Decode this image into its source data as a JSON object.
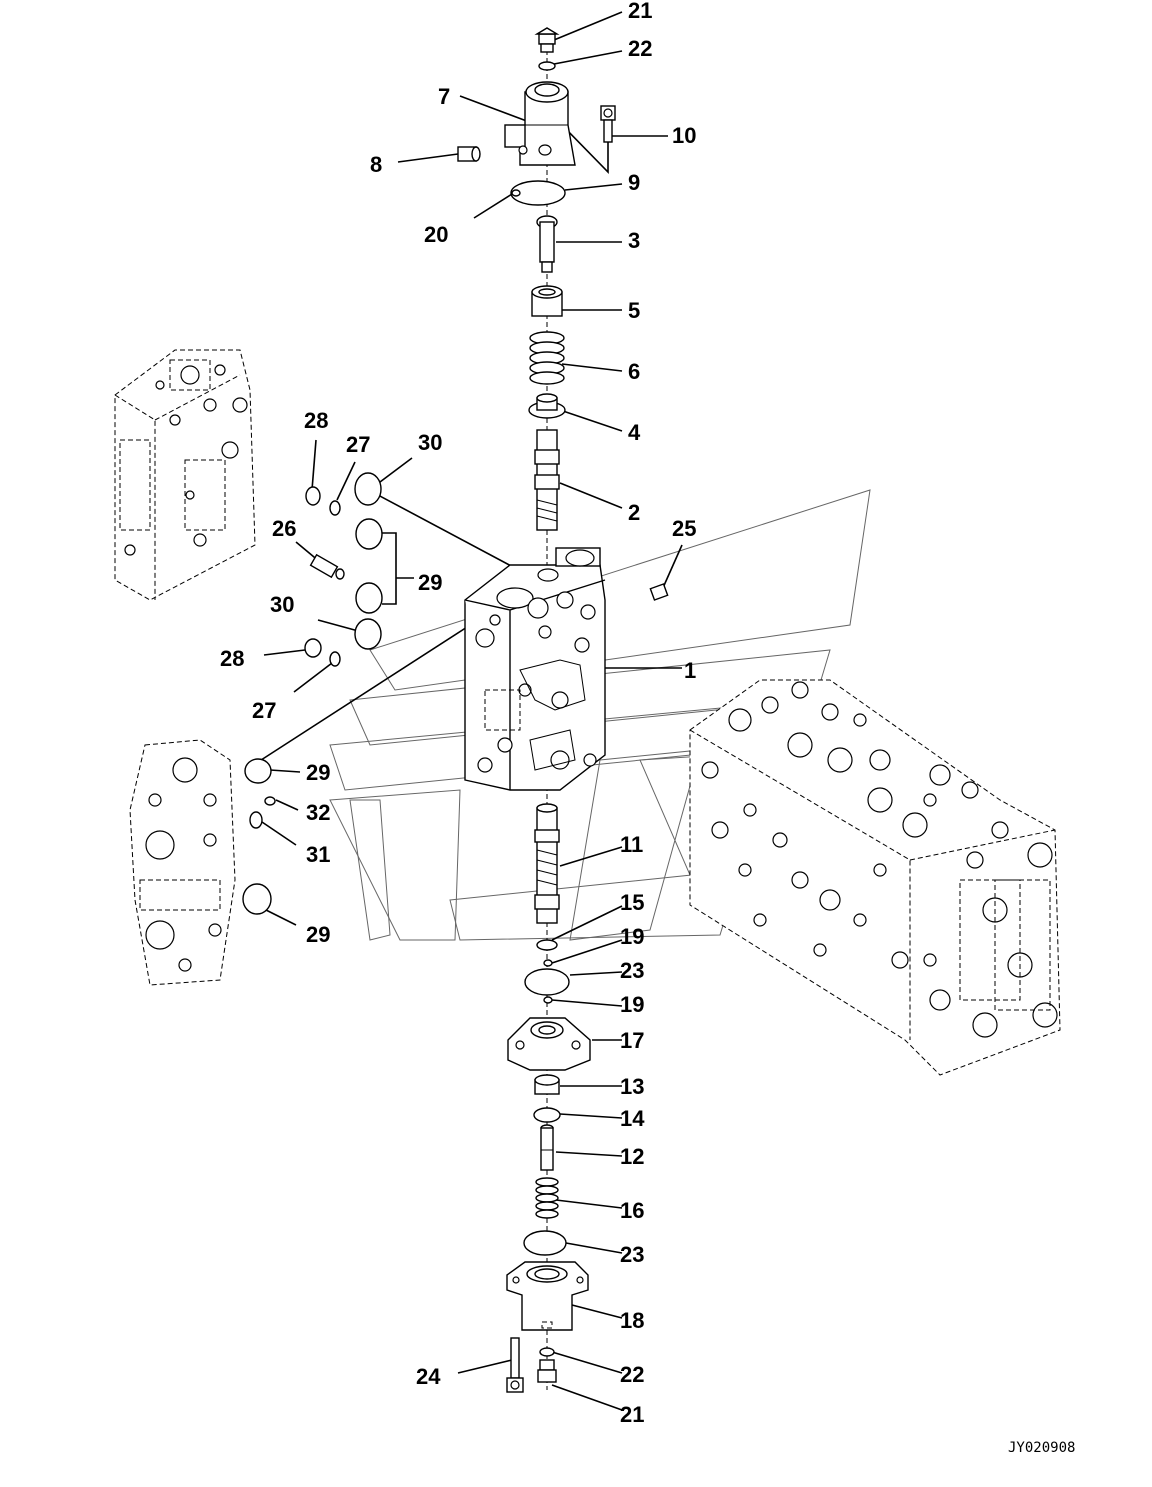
{
  "drawing_code": "JY020908",
  "callouts": [
    {
      "id": "c21a",
      "text": "21"
    },
    {
      "id": "c22a",
      "text": "22"
    },
    {
      "id": "c7",
      "text": "7"
    },
    {
      "id": "c10",
      "text": "10"
    },
    {
      "id": "c8",
      "text": "8"
    },
    {
      "id": "c9",
      "text": "9"
    },
    {
      "id": "c20",
      "text": "20"
    },
    {
      "id": "c3",
      "text": "3"
    },
    {
      "id": "c5",
      "text": "5"
    },
    {
      "id": "c6",
      "text": "6"
    },
    {
      "id": "c4",
      "text": "4"
    },
    {
      "id": "c2",
      "text": "2"
    },
    {
      "id": "c25",
      "text": "25"
    },
    {
      "id": "c28a",
      "text": "28"
    },
    {
      "id": "c27a",
      "text": "27"
    },
    {
      "id": "c30a",
      "text": "30"
    },
    {
      "id": "c26",
      "text": "26"
    },
    {
      "id": "c29a",
      "text": "29"
    },
    {
      "id": "c30b",
      "text": "30"
    },
    {
      "id": "c28b",
      "text": "28"
    },
    {
      "id": "c27b",
      "text": "27"
    },
    {
      "id": "c1",
      "text": "1"
    },
    {
      "id": "c29b",
      "text": "29"
    },
    {
      "id": "c32",
      "text": "32"
    },
    {
      "id": "c31",
      "text": "31"
    },
    {
      "id": "c11",
      "text": "11"
    },
    {
      "id": "c15",
      "text": "15"
    },
    {
      "id": "c19a",
      "text": "19"
    },
    {
      "id": "c23a",
      "text": "23"
    },
    {
      "id": "c19b",
      "text": "19"
    },
    {
      "id": "c29c",
      "text": "29"
    },
    {
      "id": "c17",
      "text": "17"
    },
    {
      "id": "c13",
      "text": "13"
    },
    {
      "id": "c14",
      "text": "14"
    },
    {
      "id": "c12",
      "text": "12"
    },
    {
      "id": "c16",
      "text": "16"
    },
    {
      "id": "c23b",
      "text": "23"
    },
    {
      "id": "c18",
      "text": "18"
    },
    {
      "id": "c24",
      "text": "24"
    },
    {
      "id": "c22b",
      "text": "22"
    },
    {
      "id": "c21b",
      "text": "21"
    }
  ]
}
